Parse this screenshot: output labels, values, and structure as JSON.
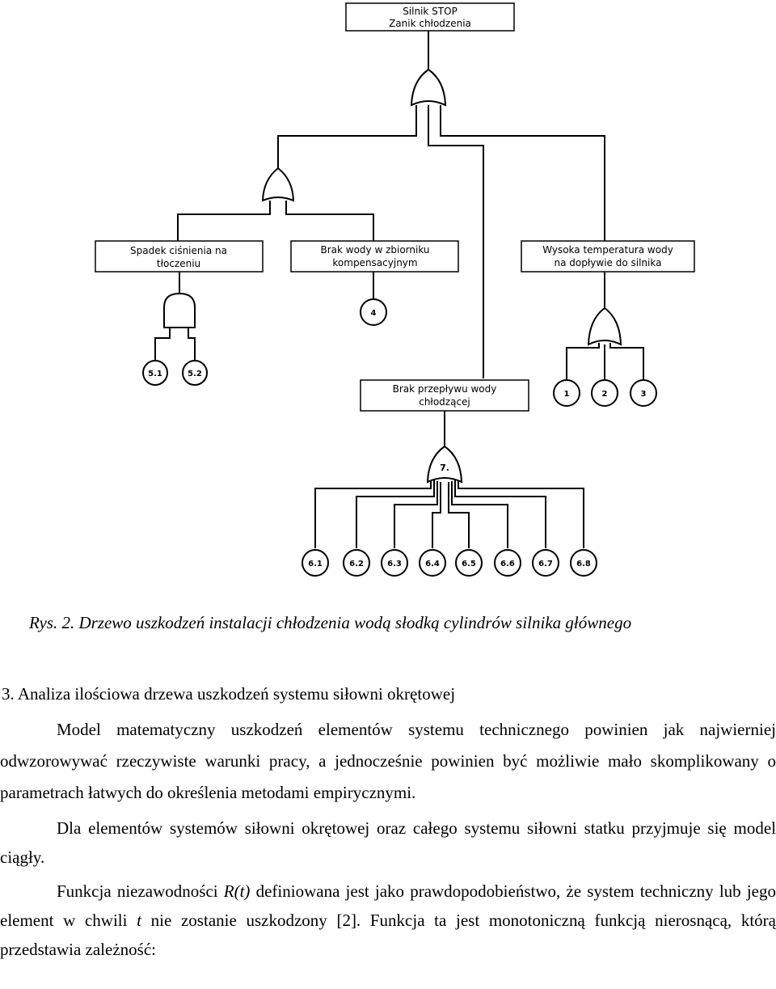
{
  "diagram": {
    "top_event": {
      "line1": "Silnik STOP",
      "line2": "Zanik chłodzenia"
    },
    "events": [
      {
        "id": "pressure",
        "line1": "Spadek ciśnienia na",
        "line2": "tłoczeniu"
      },
      {
        "id": "water",
        "line1": "Brak wody w zbiorniku",
        "line2": "kompensacyjnym"
      },
      {
        "id": "temp",
        "line1": "Wysoka temperatura wody",
        "line2": "na dopływie do silnika"
      },
      {
        "id": "flow",
        "line1": "Brak przepływu wody",
        "line2": "chłodzącej"
      }
    ],
    "gate_label": "7.",
    "basic_events": {
      "pressure_inputs": [
        "5.1",
        "5.2"
      ],
      "water_input": "4",
      "temp_inputs": [
        "1",
        "2",
        "3"
      ],
      "flow_inputs": [
        "6.1",
        "6.2",
        "6.3",
        "6.4",
        "6.5",
        "6.6",
        "6.7",
        "6.8"
      ]
    }
  },
  "caption": "Rys. 2. Drzewo uszkodzeń instalacji chłodzenia wodą słodką cylindrów silnika głównego",
  "section": {
    "heading": "3. Analiza ilościowa drzewa uszkodzeń systemu siłowni okrętowej",
    "p1": "Model matematyczny uszkodzeń elementów systemu technicznego powinien jak najwierniej odwzorowywać rzeczywiste warunki pracy, a jednocześnie powinien być możliwie mało skomplikowany o parametrach łatwych do określenia metodami empirycznymi.",
    "p2": "Dla elementów systemów siłowni okrętowej oraz całego systemu siłowni statku przyjmuje się model ciągły.",
    "p3_a": "Funkcja niezawodności ",
    "p3_rt": "R(t)",
    "p3_b": " definiowana jest jako prawdopodobieństwo, że system techniczny lub jego element w chwili ",
    "p3_t": "t",
    "p3_c": " nie zostanie uszkodzony [2]. Funkcja ta jest monotoniczną funkcją nierosnącą, którą przedstawia zależność:"
  }
}
